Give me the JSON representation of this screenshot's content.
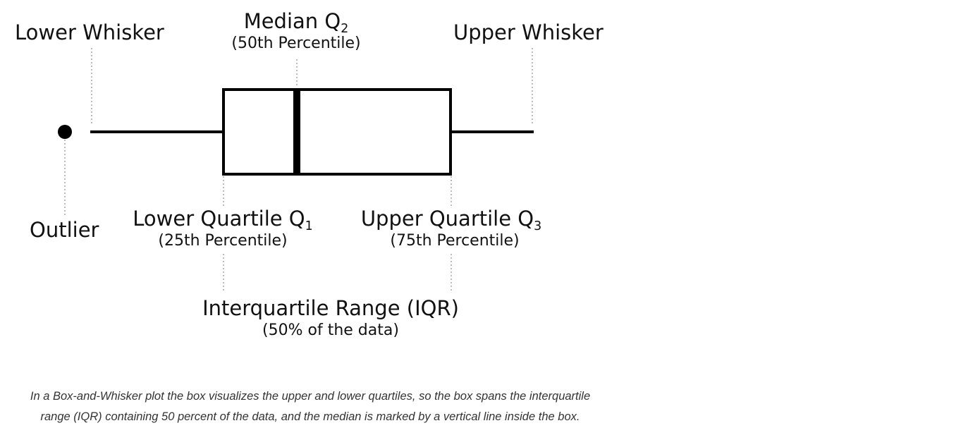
{
  "labels": {
    "lower_whisker": "Lower Whisker",
    "median_main": "Median Q",
    "median_sub": "2",
    "median_note": "(50th Percentile)",
    "upper_whisker": "Upper Whisker",
    "outlier": "Outlier",
    "lower_quartile_main": "Lower Quartile Q",
    "lower_quartile_sub": "1",
    "lower_quartile_note": "(25th Percentile)",
    "upper_quartile_main": "Upper Quartile Q",
    "upper_quartile_sub": "3",
    "upper_quartile_note": "(75th Percentile)",
    "iqr_main": "Interquartile Range (IQR)",
    "iqr_note": "(50% of the data)"
  },
  "caption": {
    "line1": "In a Box-and-Whisker plot the box visualizes the upper and lower quartiles, so the box spans the interquartile",
    "line2": "range (IQR) containing 50 percent of the data, and the median is marked by a vertical line inside the box."
  },
  "colors": {
    "ink": "#000000",
    "leader": "#bbbbbb",
    "caption_text": "#333333"
  }
}
